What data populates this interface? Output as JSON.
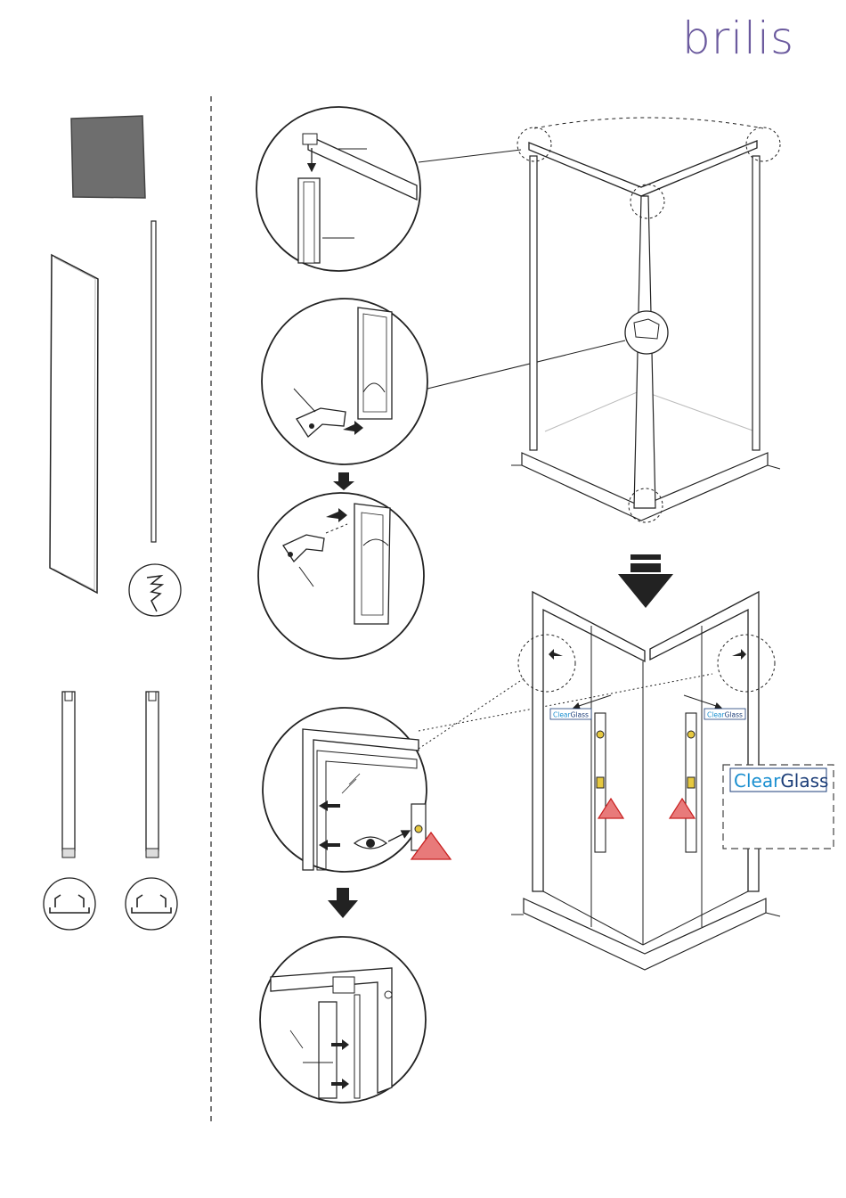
{
  "brand": {
    "name": "brilis",
    "color": "#6b5a9e"
  },
  "labels": {
    "clear": "Clear",
    "glass": "Glass"
  },
  "colors": {
    "line": "#222222",
    "warning_fill": "#e87a7a",
    "warning_stroke": "#c82020",
    "clearglass_blue": "#1a8fd0",
    "clearglass_dark": "#1b3d78",
    "swatch": "#6e6e6e"
  },
  "icons": [
    "warning-triangle-icon",
    "eye-icon",
    "down-arrow-icon",
    "right-arrow-icon"
  ]
}
